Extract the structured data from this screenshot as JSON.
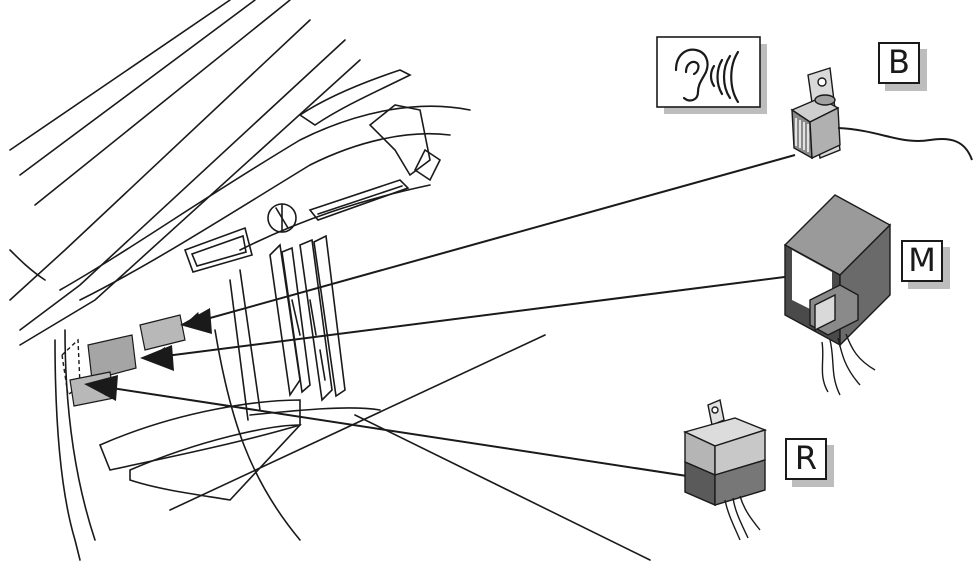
{
  "labels": {
    "buzzer": "B",
    "module": "M",
    "relay": "R"
  },
  "icons": {
    "sound": "ear-with-sound-waves-icon"
  },
  "colors": {
    "line": "#1a1a1a",
    "component_light": "#b8b8b8",
    "component_mid": "#8a8a8a",
    "component_dark": "#4a4a4a",
    "label_shadow": "#bdbdbd",
    "background": "#ffffff"
  }
}
